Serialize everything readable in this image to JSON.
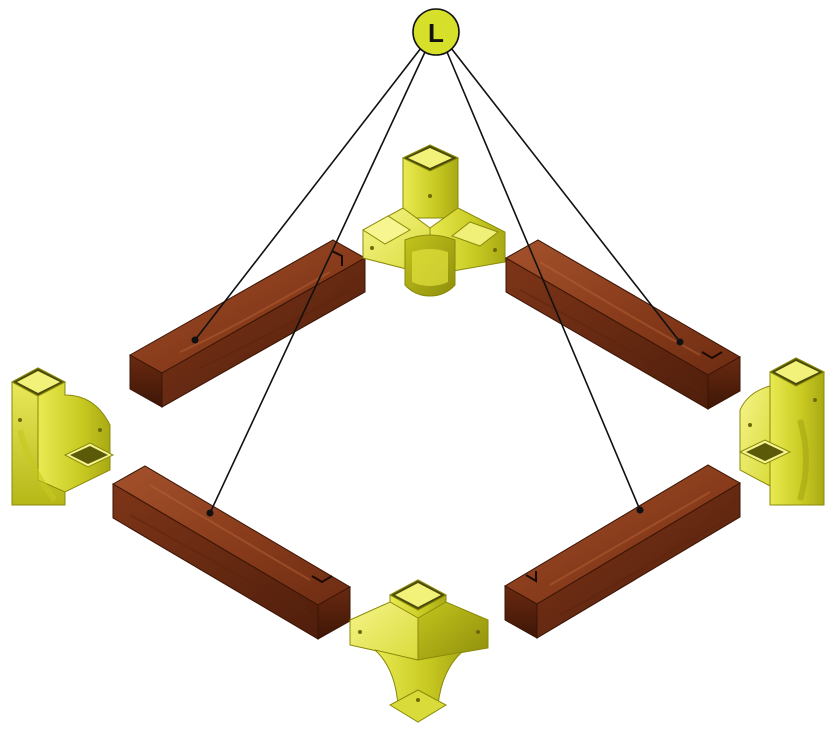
{
  "callout": {
    "label": "L"
  },
  "colors": {
    "callout_fill": "#d6df2a",
    "connector_light": "#f3f27a",
    "connector_mid": "#d5d732",
    "connector_dark": "#9b9a10",
    "wood_light": "#a4522c",
    "wood_mid": "#7e3518",
    "wood_dark": "#4f1e0b",
    "leader_line": "#111111"
  },
  "parts": {
    "connectors": [
      {
        "name": "connector-top",
        "kind": "four-way corner bracket"
      },
      {
        "name": "connector-left",
        "kind": "three-way tee bracket"
      },
      {
        "name": "connector-right",
        "kind": "three-way tee bracket"
      },
      {
        "name": "connector-bottom",
        "kind": "four-way corner bracket"
      }
    ],
    "beams": [
      {
        "name": "beam-upper-left",
        "material": "wood"
      },
      {
        "name": "beam-upper-right",
        "material": "wood"
      },
      {
        "name": "beam-lower-left",
        "material": "wood"
      },
      {
        "name": "beam-lower-right",
        "material": "wood"
      }
    ]
  }
}
